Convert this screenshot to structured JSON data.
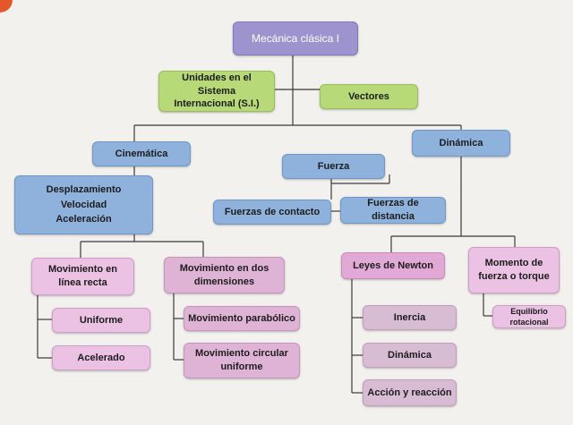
{
  "diagram": {
    "root": "Mecánica clásica I",
    "si_units": "Unidades en el Sistema\nInternacional (S.I.)",
    "vectors": "Vectores",
    "kinematics": "Cinemática",
    "dynamics": "Dinámica",
    "force": "Fuerza",
    "contact_forces": "Fuerzas de contacto",
    "distance_forces": "Fuerzas de distancia",
    "kinematic_quantities": "Desplazamiento\nVelocidad\nAceleración",
    "linear_motion": "Movimiento en\nlínea recta",
    "uniform": "Uniforme",
    "accelerated": "Acelerado",
    "motion_2d": "Movimiento en dos\ndimensiones",
    "parabolic": "Movimiento parabólico",
    "circular": "Movimiento circular\nuniforme",
    "newton_laws": "Leyes de Newton",
    "inertia": "Inercia",
    "dynamics_law": "Dinámica",
    "action_reaction": "Acción y reacción",
    "torque": "Momento de\nfuerza o torque",
    "rotational_equilibrium": "Equilibrio rotacional"
  }
}
